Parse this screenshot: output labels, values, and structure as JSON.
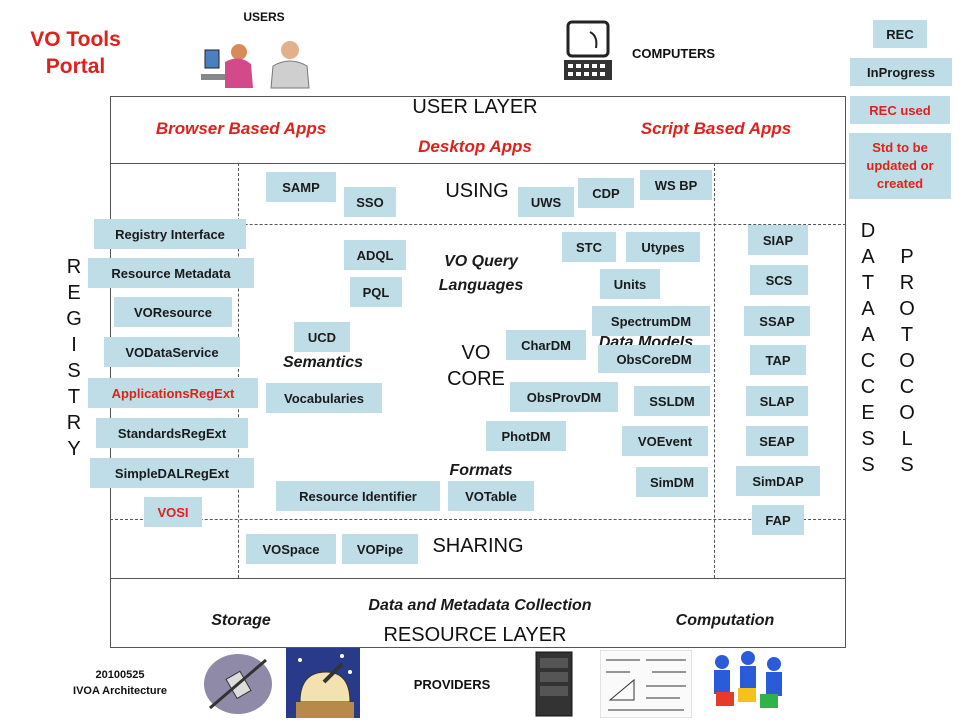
{
  "header": {
    "title": "VO Tools Portal",
    "users": "USERS",
    "computers": "COMPUTERS"
  },
  "legend": {
    "rec": "REC",
    "in_progress": "InProgress",
    "rec_used": "REC used",
    "std_updated": "Std to be updated or created",
    "colors": {
      "box": "#bfdde6",
      "red_text": "#e0201b"
    }
  },
  "user_layer": {
    "label": "USER LAYER",
    "browser_apps": "Browser Based Apps",
    "desktop_apps": "Desktop Apps",
    "script_apps": "Script Based Apps"
  },
  "core": {
    "using": "USING",
    "vo_core": "VO CORE",
    "sharing": "SHARING",
    "query_languages": "VO Query Languages",
    "semantics": "Semantics",
    "formats": "Formats",
    "data_models": "Data Models"
  },
  "registry": {
    "letters": "REGISTRY",
    "items": {
      "registry_interface": "Registry Interface",
      "resource_metadata": "Resource Metadata",
      "voresource": "VOResource",
      "vodataservice": "VODataService",
      "applications_regext": "ApplicationsRegExt",
      "standards_regext": "StandardsRegExt",
      "simpledal_regext": "SimpleDALRegExt",
      "vosi": "VOSI"
    }
  },
  "standards": {
    "samp": "SAMP",
    "sso": "SSO",
    "uws": "UWS",
    "cdp": "CDP",
    "ws_bp": "WS BP",
    "adql": "ADQL",
    "pql": "PQL",
    "stc": "STC",
    "utypes": "Utypes",
    "units": "Units",
    "ucd": "UCD",
    "vocabularies": "Vocabularies",
    "chardm": "CharDM",
    "spectrumdm": "SpectrumDM",
    "obscoredm": "ObsCoreDM",
    "obsprovdm": "ObsProvDM",
    "ssldm": "SSLDM",
    "photdm": "PhotDM",
    "voevent": "VOEvent",
    "simdm": "SimDM",
    "resource_identifier": "Resource Identifier",
    "votable": "VOTable",
    "vospace": "VOSpace",
    "vopipe": "VOPipe"
  },
  "data_access": {
    "label_left": "DATA ACCESS",
    "label_right": "PROTOCOLS",
    "items": {
      "siap": "SIAP",
      "scs": "SCS",
      "ssap": "SSAP",
      "tap": "TAP",
      "slap": "SLAP",
      "seap": "SEAP",
      "simdap": "SimDAP",
      "fap": "FAP"
    }
  },
  "resource_layer": {
    "label": "RESOURCE LAYER",
    "collection": "Data and Metadata Collection",
    "storage": "Storage",
    "computation": "Computation"
  },
  "footer": {
    "date": "20100525",
    "arch": "IVOA Architecture",
    "providers": "PROVIDERS"
  }
}
